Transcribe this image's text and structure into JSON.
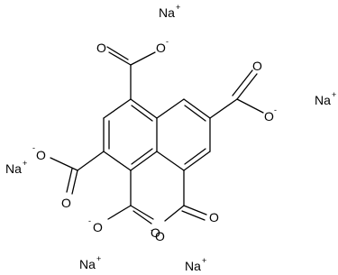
{
  "colors": {
    "ink": "#000000",
    "background": "#ffffff"
  },
  "atoms": {
    "o_top_carbonyl": "O",
    "o_top_anion": "O",
    "o_top_anion_charge": "-",
    "o_right_carbonyl": "O",
    "o_right_anion": "O",
    "o_right_anion_charge": "-",
    "o_left_anion": "O",
    "o_left_anion_charge": "-",
    "o_left_carbonyl": "O",
    "o_bottom_left_anion": "O",
    "o_bottom_left_anion_charge": "-",
    "o_bottom_left_carbonyl": "O",
    "o_bottom_right_anion": "O",
    "o_bottom_right_anion_charge": "-",
    "o_bottom_right_carbonyl": "O"
  },
  "counterions": {
    "na_top": "Na",
    "na_top_charge": "+",
    "na_right": "Na",
    "na_right_charge": "+",
    "na_left": "Na",
    "na_left_charge": "+",
    "na_bottom_left": "Na",
    "na_bottom_left_charge": "+",
    "na_bottom_right": "Na",
    "na_bottom_right_charge": "+"
  }
}
